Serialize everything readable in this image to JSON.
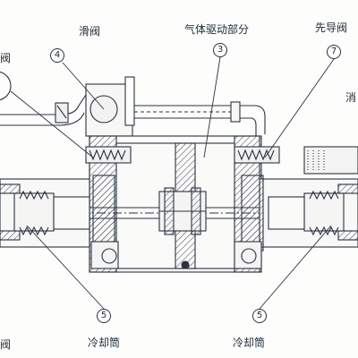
{
  "labels": {
    "slide_valve_top": "滑阀",
    "gas_drive_section": "气体驱动部分",
    "pilot_valve": "先导阀",
    "left_edge_fragment": "阀",
    "right_edge_fragment": "消",
    "cooling_tube_left": "冷却筒",
    "cooling_tube_right": "冷却筒",
    "bottom_left_fragment": "阀"
  },
  "balloons": {
    "slide_valve": "4",
    "gas_drive": "3",
    "pilot_valve": "7",
    "cooling_left": "5",
    "cooling_right": "5"
  }
}
